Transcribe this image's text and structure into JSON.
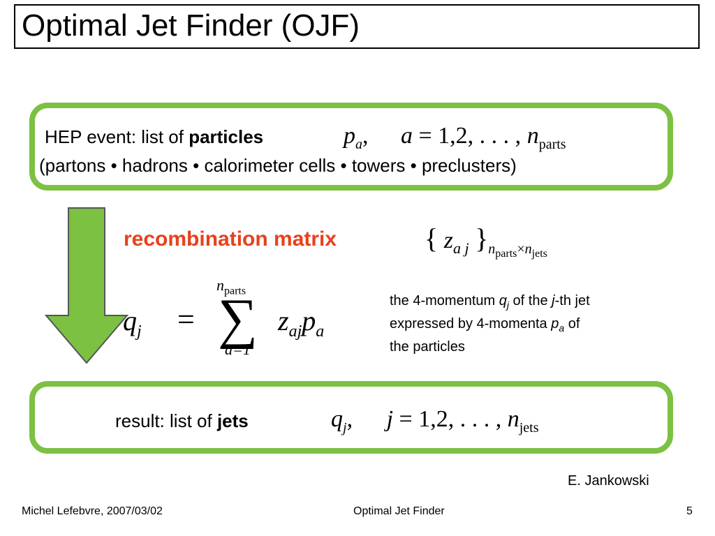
{
  "slide": {
    "title": "Optimal Jet Finder (OJF)",
    "box_top": {
      "line1_prefix": "HEP event: list of",
      "line1_bold": "particles",
      "formula": {
        "p": "p",
        "a_sub": "a",
        "comma1": ",",
        "a": "a",
        "eq_seq": "= 1,2, . . . ,",
        "n": "n",
        "n_sub": "parts"
      },
      "line2": "(partons • hadrons • calorimeter cells • towers • preclusters)"
    },
    "recombination": {
      "label": "recombination matrix",
      "lbrace": "{",
      "z": "z",
      "z_sub": "a j",
      "rbrace": "}",
      "n1": "n",
      "n1_sub": "parts",
      "times": "×",
      "n2": "n",
      "n2_sub": "jets"
    },
    "sum_formula": {
      "q": "q",
      "q_sub": "j",
      "eq": "=",
      "sigma": "∑",
      "upper_n": "n",
      "upper_sub": "parts",
      "lower": "a=1",
      "z": "z",
      "z_sub": "aj",
      "p": "p",
      "p_sub": "a"
    },
    "note": {
      "l1_a": "the 4-momentum",
      "l1_q": "q",
      "l1_qsub": "j",
      "l1_b": "of the",
      "l1_j": "j",
      "l1_c": "-th jet",
      "l2_a": "expressed by 4-momenta",
      "l2_p": "p",
      "l2_psub": "a",
      "l2_b": "of",
      "l3": "the particles"
    },
    "box_bottom": {
      "prefix": "result: list of",
      "bold": "jets",
      "formula": {
        "q": "q",
        "q_sub": "j",
        "comma": ",",
        "j": "j",
        "eq_seq": "= 1,2, . . . ,",
        "n": "n",
        "n_sub": "jets"
      }
    },
    "credit": "E. Jankowski",
    "footer": {
      "left": "Michel Lefebvre, 2007/03/02",
      "center": "Optimal Jet Finder",
      "page": "5"
    },
    "colors": {
      "accent_green": "#7cc142",
      "highlight_red": "#e8401c"
    }
  }
}
